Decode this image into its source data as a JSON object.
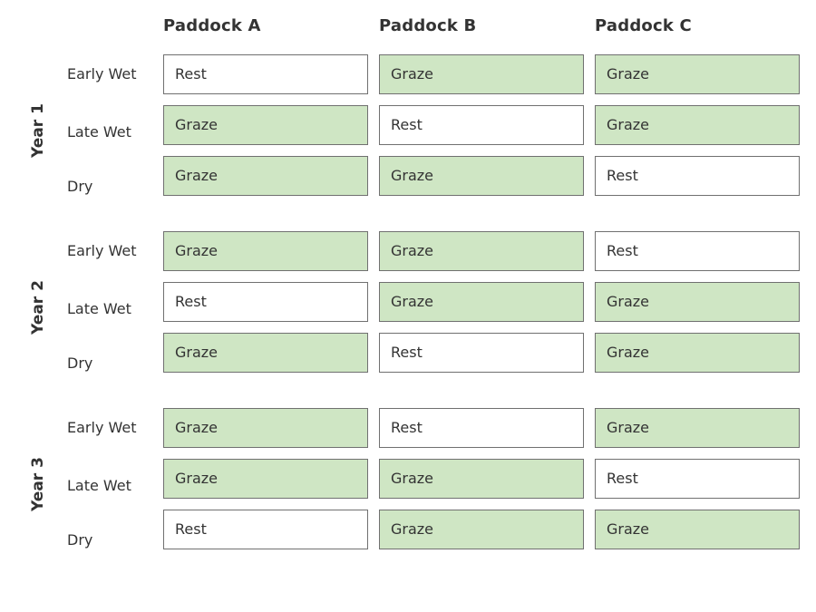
{
  "columns": [
    "Paddock A",
    "Paddock B",
    "Paddock C"
  ],
  "colors": {
    "graze": "#cfe6c4",
    "rest": "#ffffff",
    "border": "#707070"
  },
  "years": [
    {
      "label": "Year 1",
      "rows": [
        {
          "season": "Early Wet",
          "cells": [
            "Rest",
            "Graze",
            "Graze"
          ]
        },
        {
          "season": "Late Wet",
          "cells": [
            "Graze",
            "Rest",
            "Graze"
          ]
        },
        {
          "season": "Dry",
          "cells": [
            "Graze",
            "Graze",
            "Rest"
          ]
        }
      ]
    },
    {
      "label": "Year 2",
      "rows": [
        {
          "season": "Early Wet",
          "cells": [
            "Graze",
            "Graze",
            "Rest"
          ]
        },
        {
          "season": "Late Wet",
          "cells": [
            "Rest",
            "Graze",
            "Graze"
          ]
        },
        {
          "season": "Dry",
          "cells": [
            "Graze",
            "Rest",
            "Graze"
          ]
        }
      ]
    },
    {
      "label": "Year 3",
      "rows": [
        {
          "season": "Early Wet",
          "cells": [
            "Graze",
            "Rest",
            "Graze"
          ]
        },
        {
          "season": "Late Wet",
          "cells": [
            "Graze",
            "Graze",
            "Rest"
          ]
        },
        {
          "season": "Dry",
          "cells": [
            "Rest",
            "Graze",
            "Graze"
          ]
        }
      ]
    }
  ]
}
